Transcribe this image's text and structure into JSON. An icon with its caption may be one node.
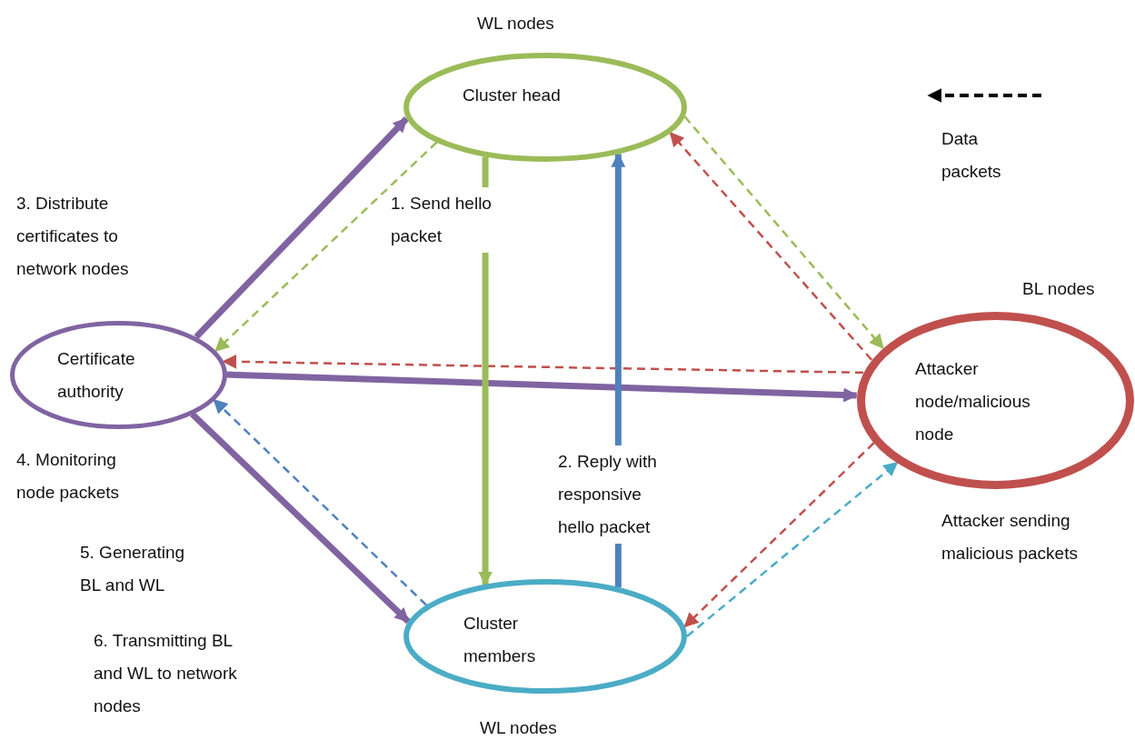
{
  "diagram": {
    "nodes": [
      {
        "text": [
          "Cluster head"
        ],
        "beside": [
          "WL nodes"
        ]
      },
      {
        "text": [
          "Certificate authority"
        ]
      },
      {
        "text": [
          "Attacker node/malicious node"
        ],
        "beside": [
          "BL nodes"
        ]
      },
      {
        "text": [
          "Cluster members"
        ],
        "beside": [
          "WL nodes"
        ]
      }
    ],
    "edges": [
      {
        "from": 1,
        "to": 0,
        "arrow": "to",
        "style": "thick",
        "color": "#8064a2"
      },
      {
        "from": 0,
        "to": 1,
        "arrow": "to",
        "style": "dashed",
        "color": "#9bbb59"
      },
      {
        "from": 2,
        "to": 1,
        "arrow": "to",
        "style": "dashed",
        "color": "#c0504d"
      },
      {
        "from": 1,
        "to": 2,
        "arrow": "to",
        "style": "thick",
        "color": "#8064a2"
      },
      {
        "from": 1,
        "to": 3,
        "arrow": "to",
        "style": "thick",
        "color": "#8064a2"
      },
      {
        "from": 3,
        "to": 1,
        "arrow": "to",
        "style": "dashed",
        "color": "#4f81bd"
      },
      {
        "from": 0,
        "to": 3,
        "arrow": "to",
        "label": "1. Send hello packet",
        "style": "thick",
        "color": "#9bbb59"
      },
      {
        "from": 3,
        "to": 0,
        "arrow": "to",
        "label": "2. Reply with responsive hello packet",
        "style": "thick",
        "color": "#4f81bd"
      },
      {
        "from": 0,
        "to": 2,
        "arrow": "to",
        "style": "dashed",
        "color": "#9bbb59"
      },
      {
        "from": 2,
        "to": 0,
        "arrow": "to",
        "style": "dashed",
        "color": "#c0504d"
      },
      {
        "from": 2,
        "to": 3,
        "arrow": "to",
        "style": "dashed",
        "color": "#c0504d"
      },
      {
        "from": 3,
        "to": 2,
        "arrow": "to",
        "style": "dashed",
        "color": "#4bacc6"
      }
    ],
    "labels": [
      "3. Distribute certificates to network nodes",
      "4. Monitoring node packets",
      "5. Generating BL and WL",
      "6. Transmitting BL and WL to network nodes",
      "Attacker sending malicious packets"
    ],
    "legend": [
      {
        "text": "Data packets"
      }
    ]
  }
}
